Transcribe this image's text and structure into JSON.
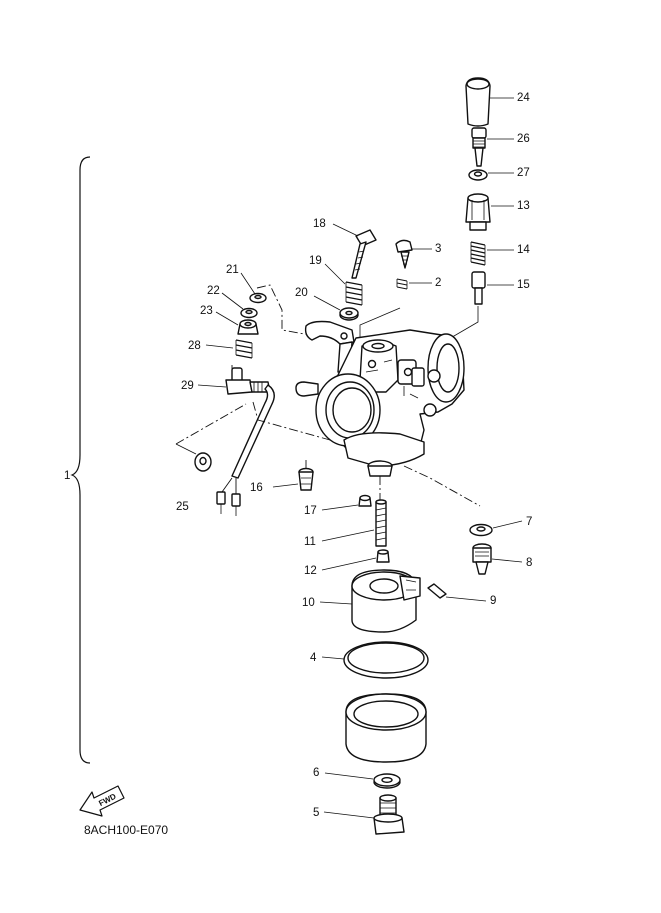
{
  "diagram_code": "8ACH100-E070",
  "fwd_label": "FWD",
  "group_label": "1",
  "callouts": {
    "c24": "24",
    "c26": "26",
    "c27": "27",
    "c13": "13",
    "c14": "14",
    "c15": "15",
    "c18": "18",
    "c3": "3",
    "c19": "19",
    "c2": "2",
    "c20": "20",
    "c21": "21",
    "c22": "22",
    "c23": "23",
    "c28": "28",
    "c29": "29",
    "c25": "25",
    "c16": "16",
    "c17": "17",
    "c11": "11",
    "c12": "12",
    "c10": "10",
    "c9": "9",
    "c7": "7",
    "c8": "8",
    "c4": "4",
    "c6": "6",
    "c5": "5"
  }
}
